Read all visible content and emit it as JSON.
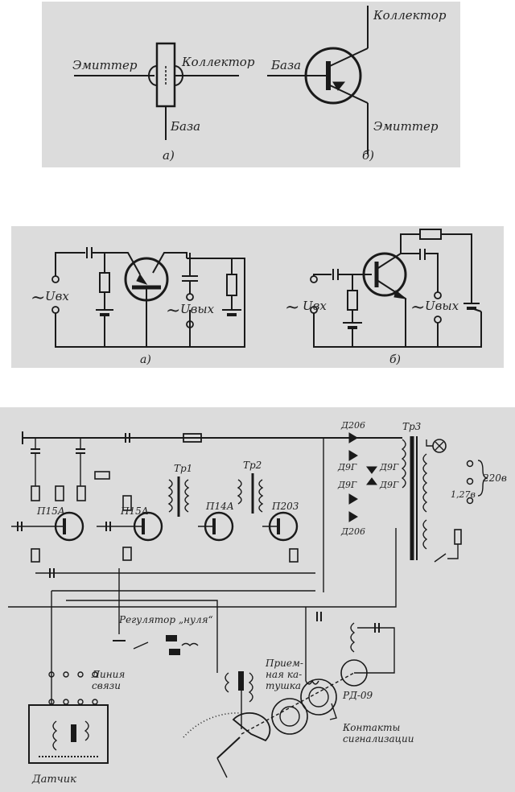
{
  "figure1": {
    "left": {
      "emitter": "Эмиттер",
      "collector": "Коллектор",
      "base": "База",
      "caption": "а)"
    },
    "right": {
      "collector": "Коллектор",
      "base": "База",
      "emitter": "Эмиттер",
      "caption": "б)"
    }
  },
  "figure2": {
    "left": {
      "input": "Uвх",
      "output": "Uвых",
      "caption": "а)"
    },
    "right": {
      "input": "Uвх",
      "output": "Uвых",
      "caption": "б)"
    },
    "tilde": "~"
  },
  "figure3": {
    "transistors": [
      "П15А",
      "П15А",
      "П14А",
      "П203"
    ],
    "transformers": [
      "Тр1",
      "Тр2",
      "Тр3"
    ],
    "diodes": [
      "Д206",
      "Д9Г",
      "Д9Г",
      "Д9Г",
      "Д9Г",
      "Д206"
    ],
    "voltage": "220в",
    "fuse": "1,27в",
    "zero_regulator": "Регулятор „нуля“",
    "comm_line": [
      "Линия",
      "связи"
    ],
    "receive_coil": [
      "Прием-",
      "ная ка-",
      "тушка"
    ],
    "relay": "РД-09",
    "contacts": [
      "Контакты",
      "сигнализации"
    ],
    "sensor": "Датчик"
  }
}
